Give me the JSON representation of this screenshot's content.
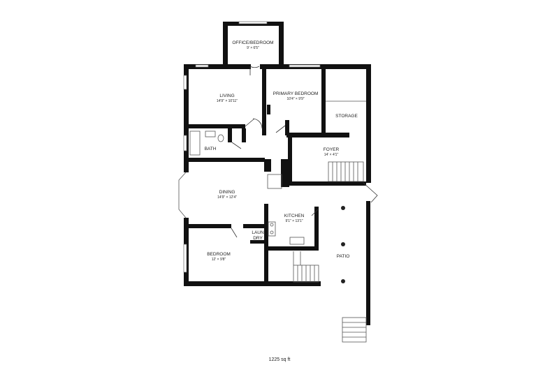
{
  "rooms": {
    "office": {
      "name": "OFFICE/BEDROOM",
      "dims": "9' × 6'5\""
    },
    "living": {
      "name": "LIVING",
      "dims": "14'9\" × 10'11\""
    },
    "primary": {
      "name": "PRIMARY BEDROOM",
      "dims": "10'4\" × 9'9\""
    },
    "storage": {
      "name": "STORAGE"
    },
    "bath": {
      "name": "BATH"
    },
    "foyer": {
      "name": "FOYER",
      "dims": "14' × 4'1\""
    },
    "dining": {
      "name": "DINING",
      "dims": "14'9\" × 12'4\""
    },
    "kitchen": {
      "name": "KITCHEN",
      "dims": "9'1\" × 13'1\""
    },
    "laundry": {
      "name1": "LAUN",
      "name2": "DRY"
    },
    "bedroom": {
      "name": "BEDROOM",
      "dims": "12' × 9'8\""
    },
    "patio": {
      "name": "PATIO"
    }
  },
  "total_area": "1225 sq ft"
}
